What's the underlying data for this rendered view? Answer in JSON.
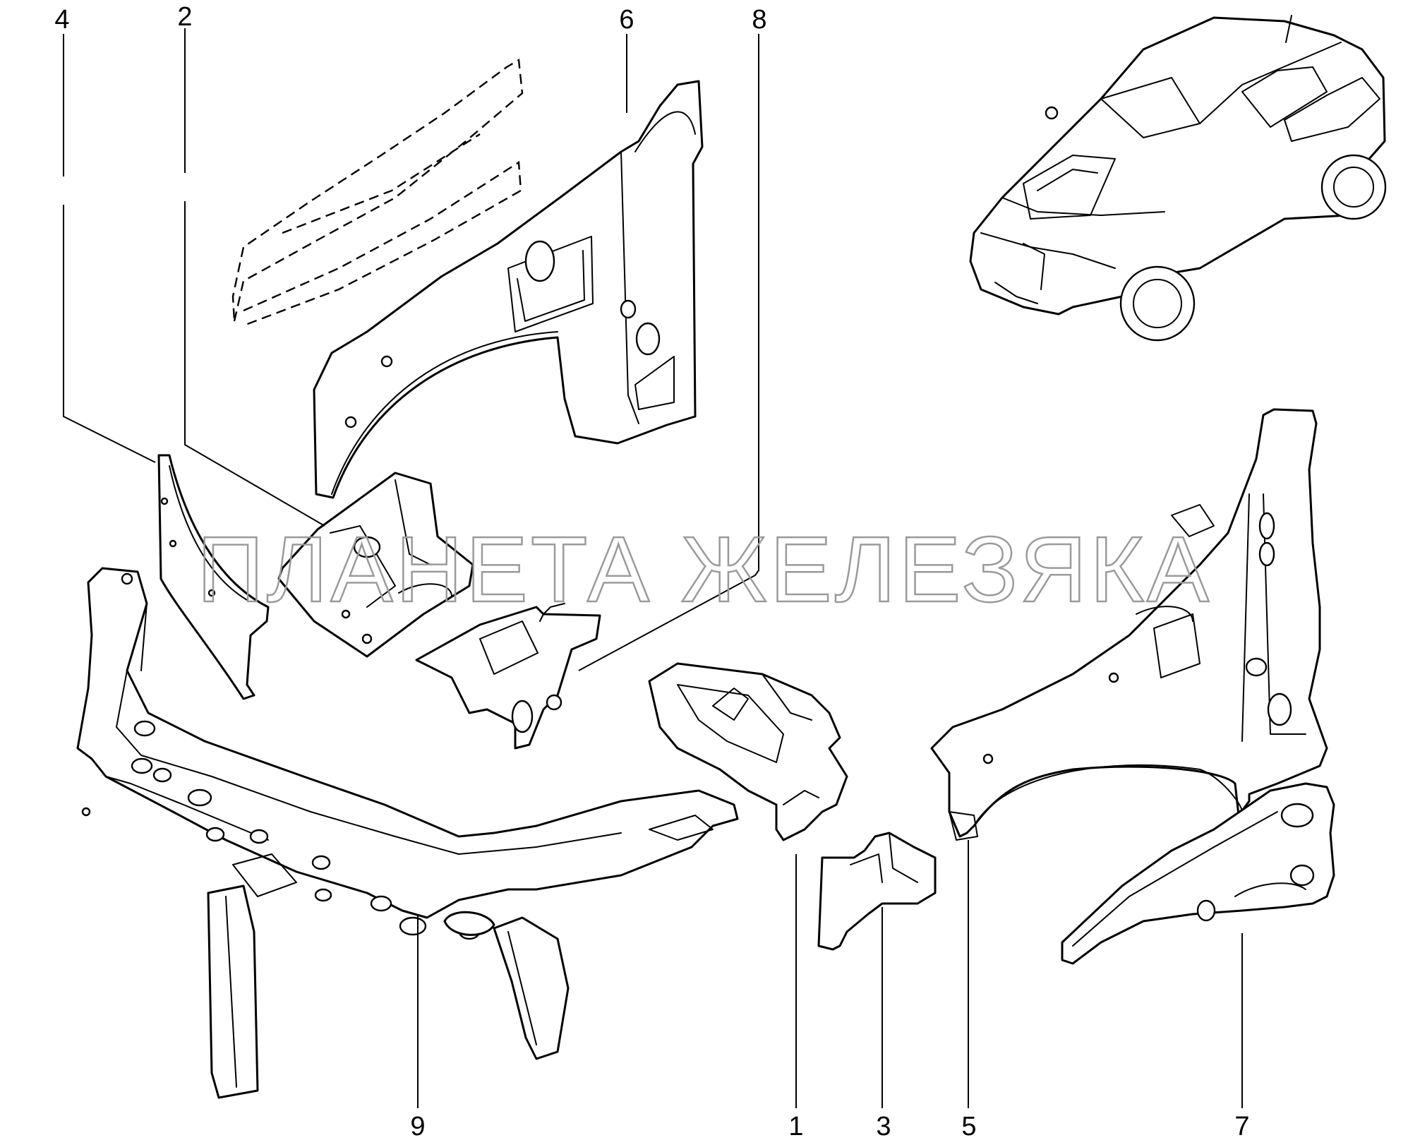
{
  "watermark": "ПЛАНЕТА ЖЕЛЕЗЯКА",
  "callouts": {
    "c1": "1",
    "c2": "2",
    "c3": "3",
    "c4": "4",
    "c5": "5",
    "c6": "6",
    "c7": "7",
    "c8": "8",
    "c9": "9"
  },
  "colors": {
    "line": "#000000",
    "watermark": "#9a9a9a",
    "background": "#ffffff"
  }
}
